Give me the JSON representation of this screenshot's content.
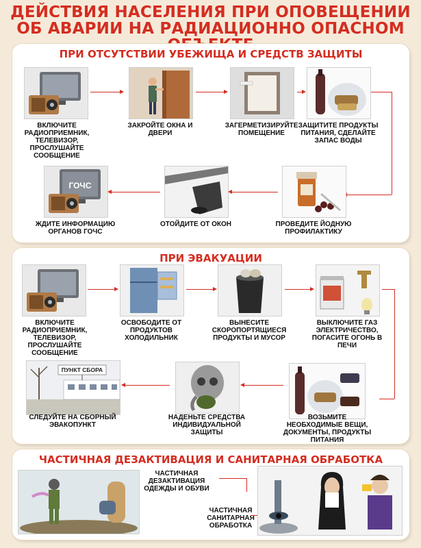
{
  "title": {
    "line1": "ДЕЙСТВИЯ НАСЕЛЕНИЯ ПРИ ОПОВЕЩЕНИИ",
    "line2": "ОБ АВАРИИ НА РАДИАЦИОННО ОПАСНОМ ОБЪЕКТЕ"
  },
  "section1": {
    "title": "ПРИ ОТСУТСТВИИ УБЕЖИЩА И СРЕДСТВ ЗАЩИТЫ",
    "steps": [
      {
        "label": "ВКЛЮЧИТЕ РАДИОПРИЕМНИК, ТЕЛЕВИЗОР, ПРОСЛУШАЙТЕ СООБЩЕНИЕ",
        "icon": "tv-radio-icon"
      },
      {
        "label": "ЗАКРОЙТЕ ОКНА И ДВЕРИ",
        "icon": "door-icon"
      },
      {
        "label": "ЗАГЕРМЕТИЗИРУЙТЕ ПОМЕЩЕНИЕ",
        "icon": "window-seal-icon"
      },
      {
        "label": "ЗАЩИТИТЕ ПРОДУКТЫ ПИТАНИЯ, СДЕЛАЙТЕ ЗАПАС ВОДЫ",
        "icon": "food-bag-icon"
      },
      {
        "label": "ПРОВЕДИТЕ ЙОДНУЮ ПРОФИЛАКТИКУ",
        "icon": "iodine-icon"
      },
      {
        "label": "ОТОЙДИТЕ ОТ ОКОН",
        "icon": "step-away-icon"
      },
      {
        "label": "ЖДИТЕ ИНФОРМАЦИЮ ОРГАНОВ ГОЧС",
        "icon": "tv-gochs-icon"
      }
    ],
    "tv_screen_text": "ГОЧС"
  },
  "section2": {
    "title": "ПРИ ЭВАКУАЦИИ",
    "steps": [
      {
        "label": "ВКЛЮЧИТЕ РАДИОПРИЕМНИК, ТЕЛЕВИЗОР, ПРОСЛУШАЙТЕ СООБЩЕНИЕ",
        "icon": "tv-radio-icon"
      },
      {
        "label": "ОСВОБОДИТЕ ОТ ПРОДУКТОВ ХОЛОДИЛЬНИК",
        "icon": "fridge-icon"
      },
      {
        "label": "ВЫНЕСИТЕ СКОРОПОРТЯЩИЕСЯ ПРОДУКТЫ И МУСОР",
        "icon": "trash-bin-icon"
      },
      {
        "label": "ВЫКЛЮЧИТЕ ГАЗ ЭЛЕКТРИЧЕСТВО, ПОГАСИТЕ ОГОНЬ В ПЕЧИ",
        "icon": "stove-icon"
      },
      {
        "label": "ВОЗЬМИТЕ НЕОБХОДИМЫЕ ВЕЩИ, ДОКУМЕНТЫ, ПРОДУКТЫ ПИТАНИЯ",
        "icon": "supplies-icon"
      },
      {
        "label": "НАДЕНЬТЕ СРЕДСТВА ИНДИВИДУАЛЬНОЙ ЗАЩИТЫ",
        "icon": "gas-mask-icon"
      },
      {
        "label": "СЛЕДУЙТЕ НА СБОРНЫЙ ЭВАКОПУНКТ",
        "icon": "assembly-point-icon"
      }
    ],
    "sign_text": "ПУНКТ СБОРА"
  },
  "section3": {
    "title": "ЧАСТИЧНАЯ ДЕЗАКТИВАЦИЯ И САНИТАРНАЯ ОБРАБОТКА",
    "items": [
      {
        "label": "ЧАСТИЧНАЯ ДЕЗАКТИВАЦИЯ ОДЕЖДЫ И ОБУВИ",
        "icon": "decontamination-icon"
      },
      {
        "label": "ЧАСТИЧНАЯ САНИТАРНАЯ ОБРАБОТКА",
        "icon": "sanitation-icon"
      }
    ]
  },
  "colors": {
    "accent": "#d42d21",
    "background": "#f5ead9",
    "panel": "#ffffff"
  }
}
